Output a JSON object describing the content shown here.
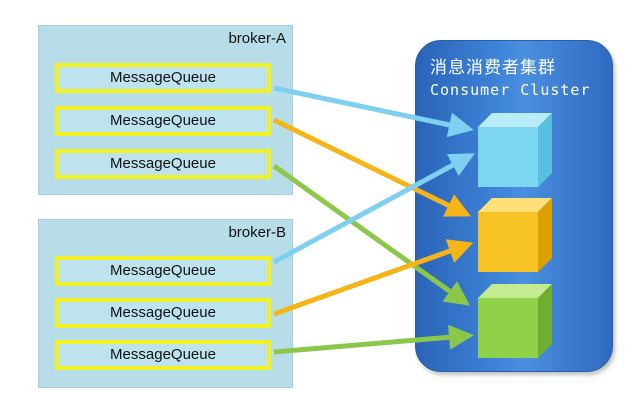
{
  "broker_a": {
    "label": "broker-A",
    "queues": [
      "MessageQueue",
      "MessageQueue",
      "MessageQueue"
    ]
  },
  "broker_b": {
    "label": "broker-B",
    "queues": [
      "MessageQueue",
      "MessageQueue",
      "MessageQueue"
    ]
  },
  "consumer_cluster": {
    "title_cn": "消息消费者集群",
    "title_en": "Consumer Cluster",
    "consumers": [
      {
        "color": "#7dd6f0",
        "icon": "cube-icon"
      },
      {
        "color": "#f7c324",
        "icon": "cube-icon"
      },
      {
        "color": "#8fd24a",
        "icon": "cube-icon"
      }
    ]
  },
  "arrow_colors": {
    "blue": "#7fd0f0",
    "orange": "#f6b418",
    "green": "#8bc84a"
  },
  "box_colors": {
    "broker_fill": "#b7dde8",
    "queue_border": "#f2f222",
    "cluster": "#3a7fd2"
  }
}
